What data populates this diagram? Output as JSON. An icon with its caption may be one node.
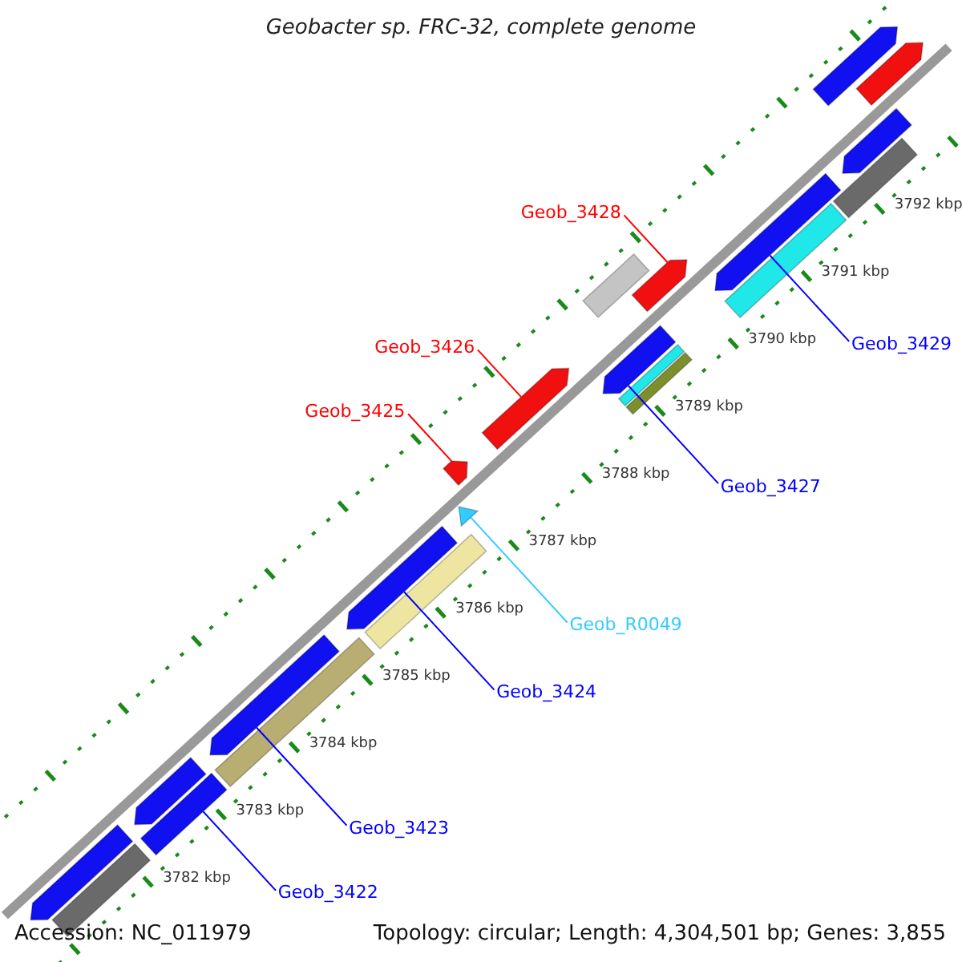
{
  "diagram": {
    "title": "Geobacter sp. FRC-32, complete genome",
    "nodes": [
      {
        "text": [
          "Geob_3428"
        ]
      },
      {
        "text": [
          "Geob_3426"
        ]
      },
      {
        "text": [
          "Geob_3429"
        ]
      },
      {
        "text": [
          "Geob_3425"
        ]
      },
      {
        "text": [
          "Geob_3427"
        ]
      },
      {
        "text": [
          "Geob_R0049"
        ]
      },
      {
        "text": [
          "Geob_3424"
        ]
      },
      {
        "text": [
          "Geob_3423"
        ]
      },
      {
        "text": [
          "Geob_3422"
        ]
      },
      {
        "text": [],
        "shape": "bar"
      },
      {
        "text": [],
        "shape": "bar"
      },
      {
        "text": [],
        "shape": "bar"
      },
      {
        "text": [],
        "shape": "bar"
      },
      {
        "text": [],
        "shape": "bar"
      },
      {
        "text": [],
        "shape": "bar"
      },
      {
        "text": [],
        "shape": "bar"
      },
      {
        "text": [],
        "shape": "bar"
      },
      {
        "text": [],
        "shape": "bar"
      },
      {
        "text": [],
        "shape": "triangle"
      },
      {
        "text": [],
        "shape": "bar"
      },
      {
        "text": [],
        "shape": "bar"
      },
      {
        "text": [],
        "shape": "bar"
      },
      {
        "text": [],
        "shape": "bar"
      },
      {
        "text": [],
        "shape": "bar"
      },
      {
        "text": [],
        "shape": "bar"
      },
      {
        "text": [],
        "shape": "bar"
      },
      {
        "text": [],
        "shape": "bar"
      },
      {
        "text": [],
        "shape": "bar"
      },
      {
        "text": [],
        "shape": "bar"
      },
      {
        "text": [],
        "shape": "bar"
      },
      {
        "text": [],
        "shape": "bar"
      }
    ],
    "edges": [
      {
        "from": 0,
        "to": 24,
        "arrow": "none",
        "color": "#ff0000"
      },
      {
        "from": 1,
        "to": 19,
        "arrow": "none",
        "color": "#ff0000"
      },
      {
        "from": 2,
        "to": 25,
        "arrow": "none"
      },
      {
        "from": 3,
        "to": 17,
        "arrow": "none",
        "color": "#ff0000"
      },
      {
        "from": 4,
        "to": 21,
        "arrow": "none"
      },
      {
        "from": 5,
        "to": 18,
        "arrow": "none",
        "color": "#33ccff"
      },
      {
        "from": 6,
        "to": 15,
        "arrow": "none"
      },
      {
        "from": 7,
        "to": 13,
        "arrow": "none"
      },
      {
        "from": 8,
        "to": 12,
        "arrow": "none"
      }
    ],
    "labels": [
      "3792 kbp",
      "3791 kbp",
      "3790 kbp",
      "3789 kbp",
      "3788 kbp",
      "3787 kbp",
      "3786 kbp",
      "3785 kbp",
      "3784 kbp",
      "3783 kbp",
      "3782 kbp",
      "Accession: NC_011979",
      "Topology: circular; Length: 4,304,501 bp; Genes: 3,855"
    ]
  }
}
